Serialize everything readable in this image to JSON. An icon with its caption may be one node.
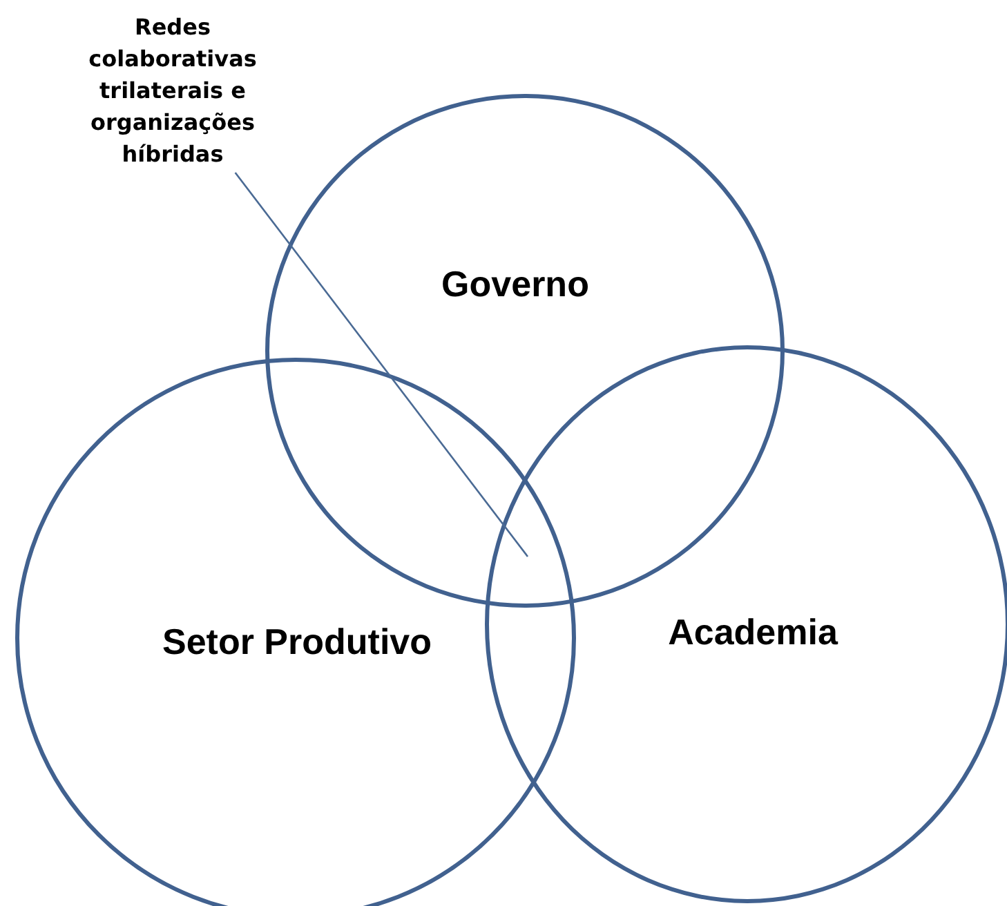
{
  "diagram": {
    "nodes": [
      {
        "text": [
          "Redes colaborativas trilaterais e organizações híbridas"
        ]
      },
      {
        "text": [
          "Governo"
        ]
      },
      {
        "text": [
          "Setor Produtivo"
        ]
      },
      {
        "text": [
          "Academia"
        ]
      }
    ],
    "edges": [
      {
        "from": 0,
        "to": 1,
        "arrow": "none"
      }
    ]
  }
}
